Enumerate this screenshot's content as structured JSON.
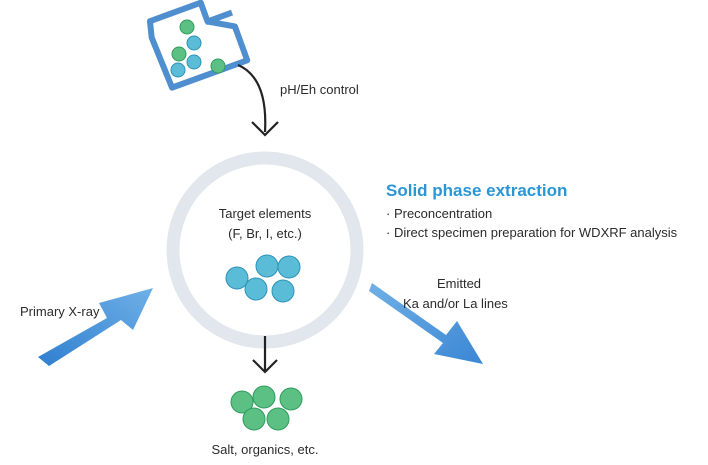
{
  "flask_label": "pH/Eh control",
  "circle_label_line1": "Target elements",
  "circle_label_line2": "(F, Br, I, etc.)",
  "spe": {
    "title": "Solid phase extraction",
    "bullets": [
      "· Preconcentration",
      "· Direct specimen preparation for WDXRF analysis"
    ]
  },
  "primary_label": "Primary X-ray",
  "emitted_line1": "Emitted",
  "emitted_line2": "Ka and/or La lines",
  "bottom_label": "Salt, organics, etc.",
  "colors": {
    "ring": "#e2e6ed",
    "blue_particle": "#5bbcd8",
    "blue_particle_stroke": "#2d93b8",
    "green_particle": "#5cbf84",
    "green_particle_stroke": "#2f9c5c",
    "flask": "#4f8fcf",
    "arrow": "#3b8fd6",
    "accent_title": "#2a96d4"
  }
}
